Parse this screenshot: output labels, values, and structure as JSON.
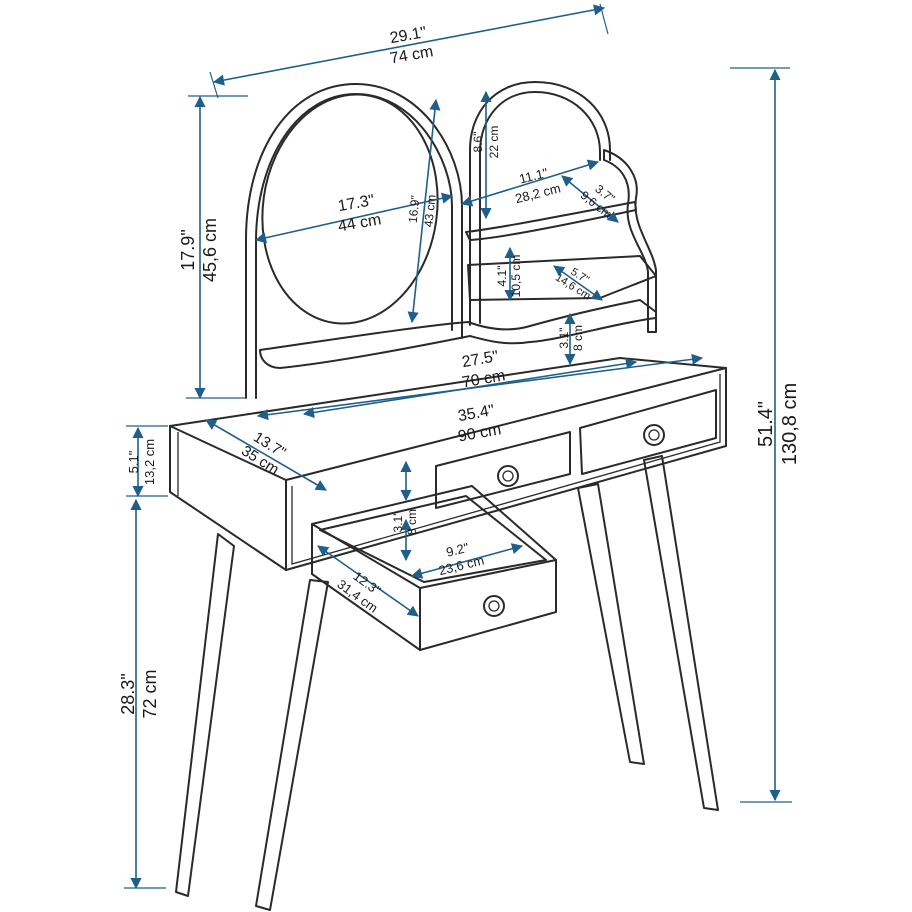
{
  "colors": {
    "dimension_line": "#1f5f8b",
    "outline": "#2a2a2a",
    "background": "#ffffff"
  },
  "icons": {
    "knob": "drawer-knob-icon"
  },
  "dimensions": {
    "overall_width": {
      "in": "29.1\"",
      "cm": "74 cm"
    },
    "overall_height": {
      "in": "51.4\"",
      "cm": "130,8 cm"
    },
    "mirror_section_height": {
      "in": "17.9\"",
      "cm": "45,6 cm"
    },
    "mirror_width": {
      "in": "17.3\"",
      "cm": "44 cm"
    },
    "mirror_height": {
      "in": "16.9\"",
      "cm": "43 cm"
    },
    "arch_height": {
      "in": "8.6\"",
      "cm": "22 cm"
    },
    "shelf_width": {
      "in": "11.1\"",
      "cm": "28,2 cm"
    },
    "shelf_depth": {
      "in": "3.7\"",
      "cm": "9,6 cm"
    },
    "shelf_gap": {
      "in": "4.1\"",
      "cm": "10,5 cm"
    },
    "lower_shelf_depth": {
      "in": "5.7\"",
      "cm": "14,6 cm"
    },
    "shelf_height": {
      "in": "3.1\"",
      "cm": "8 cm"
    },
    "inner_width": {
      "in": "27.5\"",
      "cm": "70 cm"
    },
    "top_width": {
      "in": "35.4\"",
      "cm": "90 cm"
    },
    "top_depth": {
      "in": "13.7\"",
      "cm": "35 cm"
    },
    "apron_height": {
      "in": "5.1\"",
      "cm": "13,2 cm"
    },
    "drawer_height": {
      "in": "3.1\"",
      "cm": "8 cm"
    },
    "drawer_width": {
      "in": "9.2\"",
      "cm": "23,6 cm"
    },
    "drawer_depth": {
      "in": "12.3\"",
      "cm": "31,4 cm"
    },
    "leg_height": {
      "in": "28.3\"",
      "cm": "72 cm"
    }
  }
}
